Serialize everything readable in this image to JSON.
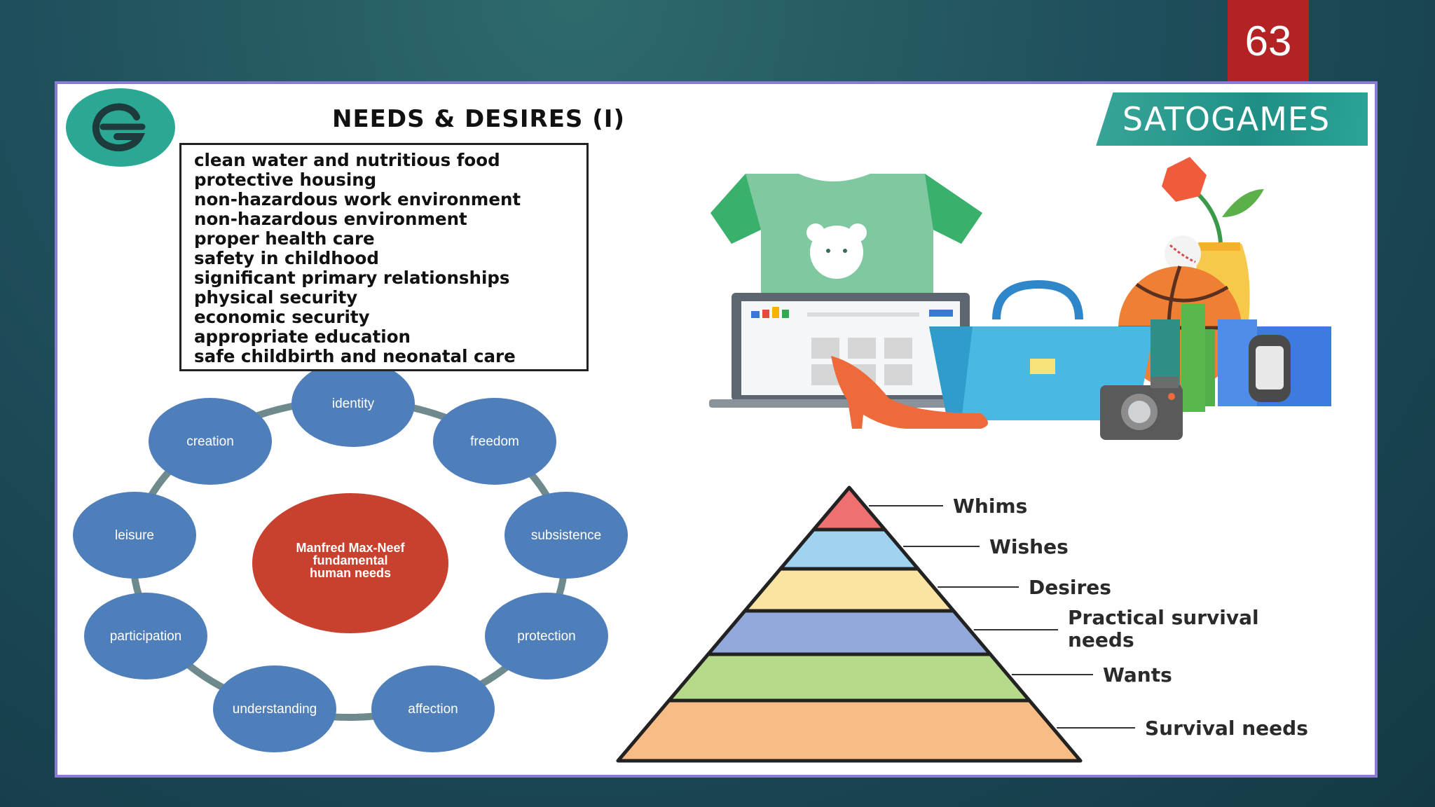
{
  "page_number": "63",
  "title": "NEEDS & DESIRES (I)",
  "brand": "SATOGAMES",
  "needs_list": [
    "clean water and nutritious food",
    "protective housing",
    "non-hazardous work environment",
    "non-hazardous environment",
    "proper health care",
    "safety in childhood",
    "significant primary relationships",
    "physical security",
    "economic security",
    "appropriate education",
    "safe childbirth and neonatal care"
  ],
  "max_neef": {
    "center": [
      "Manfred Max-Neef",
      "fundamental",
      "human needs"
    ],
    "needs": [
      "identity",
      "freedom",
      "subsistence",
      "protection",
      "affection",
      "understanding",
      "participation",
      "leisure",
      "creation"
    ],
    "colors": {
      "node": "#4f7fbb",
      "center": "#c8412e",
      "ring": "#6f8a8c"
    }
  },
  "pyramid": {
    "levels": [
      {
        "label": "Whims",
        "color": "#ef7070"
      },
      {
        "label": "Wishes",
        "color": "#9fd3f0"
      },
      {
        "label": "Desires",
        "color": "#fbe3a2"
      },
      {
        "label": "Practical survival needs",
        "label_lines": [
          "Practical survival",
          "needs"
        ],
        "color": "#93a9db"
      },
      {
        "label": "Wants",
        "color": "#b6d98a"
      },
      {
        "label": "Survival needs",
        "color": "#f8bd86"
      }
    ]
  },
  "colors": {
    "slide_border": "#8b7ad6",
    "page_number_bg": "#b42323",
    "brand": "#1f8f86",
    "logo": "#2aa894"
  }
}
